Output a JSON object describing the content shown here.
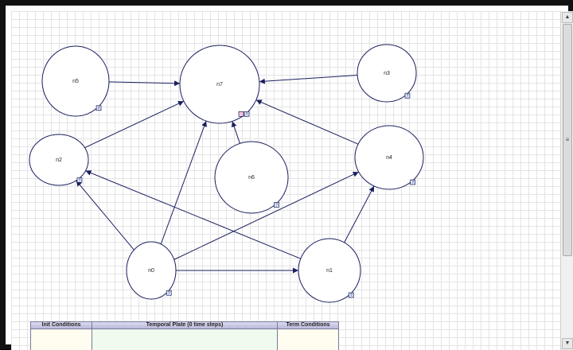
{
  "graph": {
    "nodes": [
      {
        "id": "n0",
        "label": "n0",
        "badges": [
          "?"
        ]
      },
      {
        "id": "n1",
        "label": "n1",
        "badges": [
          "?"
        ]
      },
      {
        "id": "n2",
        "label": "n2",
        "badges": [
          "?"
        ]
      },
      {
        "id": "n3",
        "label": "n3",
        "badges": [
          "?"
        ]
      },
      {
        "id": "n4",
        "label": "n4",
        "badges": [
          "?"
        ]
      },
      {
        "id": "n5",
        "label": "n5",
        "badges": [
          "?"
        ]
      },
      {
        "id": "n6",
        "label": "n6",
        "badges": [
          "?"
        ]
      },
      {
        "id": "n7",
        "label": "n7",
        "badges": [
          "",
          "?"
        ]
      }
    ],
    "edges": [
      {
        "from": "n5",
        "to": "n7"
      },
      {
        "from": "n3",
        "to": "n7"
      },
      {
        "from": "n2",
        "to": "n7"
      },
      {
        "from": "n6",
        "to": "n7"
      },
      {
        "from": "n4",
        "to": "n7"
      },
      {
        "from": "n0",
        "to": "n7"
      },
      {
        "from": "n0",
        "to": "n2"
      },
      {
        "from": "n0",
        "to": "n4"
      },
      {
        "from": "n0",
        "to": "n1"
      },
      {
        "from": "n1",
        "to": "n2"
      },
      {
        "from": "n1",
        "to": "n4"
      }
    ],
    "colors": {
      "edge": "#1a1f5e",
      "node_fill": "#ffffff",
      "node_stroke": "#1a1f5e",
      "badge_pink": "#f4c8d8",
      "badge_blue": "#dfe6f7"
    }
  },
  "plate": {
    "init_label": "Init Conditions",
    "temporal_label": "Temporal Plate (0 time steps)",
    "term_label": "Term Conditions"
  },
  "scrollbar": {
    "grip": "≡"
  }
}
